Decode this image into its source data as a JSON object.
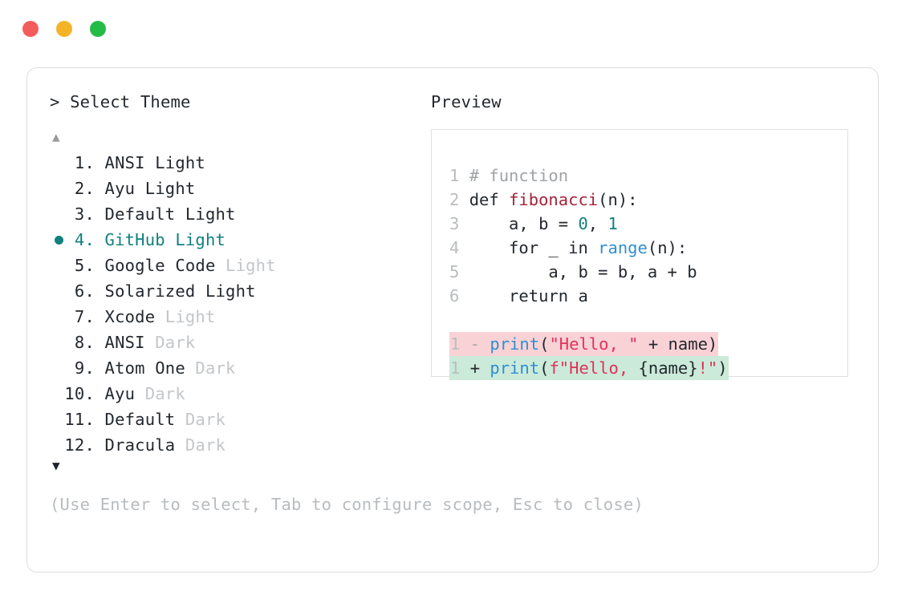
{
  "window": {
    "traffic_lights": [
      {
        "name": "close",
        "color": "#f45c5c"
      },
      {
        "name": "minimize",
        "color": "#f5b427"
      },
      {
        "name": "maximize",
        "color": "#25bb48"
      }
    ]
  },
  "headers": {
    "prompt": ">",
    "left_title": "Select Theme",
    "right_title": "Preview"
  },
  "scroll": {
    "up_icon": "▲",
    "down_icon": "▼"
  },
  "themes": [
    {
      "num": "1.",
      "name": "ANSI",
      "suffix": "Light",
      "suffix_muted": false,
      "selected": false
    },
    {
      "num": "2.",
      "name": "Ayu",
      "suffix": "Light",
      "suffix_muted": false,
      "selected": false
    },
    {
      "num": "3.",
      "name": "Default",
      "suffix": "Light",
      "suffix_muted": false,
      "selected": false
    },
    {
      "num": "4.",
      "name": "GitHub",
      "suffix": "Light",
      "suffix_muted": false,
      "selected": true
    },
    {
      "num": "5.",
      "name": "Google Code",
      "suffix": "Light",
      "suffix_muted": true,
      "selected": false
    },
    {
      "num": "6.",
      "name": "Solarized",
      "suffix": "Light",
      "suffix_muted": false,
      "selected": false
    },
    {
      "num": "7.",
      "name": "Xcode",
      "suffix": "Light",
      "suffix_muted": true,
      "selected": false
    },
    {
      "num": "8.",
      "name": "ANSI",
      "suffix": "Dark",
      "suffix_muted": true,
      "selected": false
    },
    {
      "num": "9.",
      "name": "Atom One",
      "suffix": "Dark",
      "suffix_muted": true,
      "selected": false
    },
    {
      "num": "10.",
      "name": "Ayu",
      "suffix": "Dark",
      "suffix_muted": true,
      "selected": false
    },
    {
      "num": "11.",
      "name": "Default",
      "suffix": "Dark",
      "suffix_muted": true,
      "selected": false
    },
    {
      "num": "12.",
      "name": "Dracula",
      "suffix": "Dark",
      "suffix_muted": true,
      "selected": false
    }
  ],
  "selected_theme": "GitHub Light",
  "accent_color": "#11807e",
  "footer_hint": "(Use Enter to select, Tab to configure scope, Esc to close)",
  "preview": {
    "code_lines": [
      {
        "n": "1",
        "tokens": [
          {
            "t": "# function",
            "c": "comment"
          }
        ]
      },
      {
        "n": "2",
        "tokens": [
          {
            "t": "def ",
            "c": "plain"
          },
          {
            "t": "fibonacci",
            "c": "func"
          },
          {
            "t": "(n):",
            "c": "plain"
          }
        ]
      },
      {
        "n": "3",
        "tokens": [
          {
            "t": "    a, b = ",
            "c": "plain"
          },
          {
            "t": "0",
            "c": "num"
          },
          {
            "t": ", ",
            "c": "plain"
          },
          {
            "t": "1",
            "c": "num"
          }
        ]
      },
      {
        "n": "4",
        "tokens": [
          {
            "t": "    for _ in ",
            "c": "plain"
          },
          {
            "t": "range",
            "c": "builtin"
          },
          {
            "t": "(n):",
            "c": "plain"
          }
        ]
      },
      {
        "n": "5",
        "tokens": [
          {
            "t": "        a, b = b, a + b",
            "c": "plain"
          }
        ]
      },
      {
        "n": "6",
        "tokens": [
          {
            "t": "    return a",
            "c": "plain"
          }
        ]
      }
    ],
    "diff_lines": [
      {
        "n": "1",
        "sign": "-",
        "kind": "minus",
        "tokens": [
          {
            "t": "print",
            "c": "builtin"
          },
          {
            "t": "(",
            "c": "plain"
          },
          {
            "t": "\"Hello, \"",
            "c": "str"
          },
          {
            "t": " + name)",
            "c": "plain"
          }
        ]
      },
      {
        "n": "1",
        "sign": "+",
        "kind": "plus",
        "tokens": [
          {
            "t": "print",
            "c": "builtin"
          },
          {
            "t": "(",
            "c": "plain"
          },
          {
            "t": "f\"Hello, ",
            "c": "str"
          },
          {
            "t": "{name}",
            "c": "plain"
          },
          {
            "t": "!\"",
            "c": "str"
          },
          {
            "t": ")",
            "c": "plain"
          }
        ]
      }
    ]
  }
}
